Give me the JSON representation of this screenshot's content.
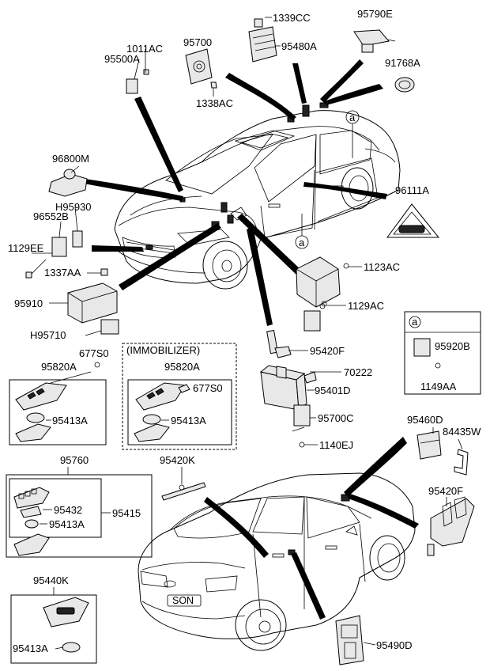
{
  "labels": {
    "p1339CC": "1339CC",
    "p95790E": "95790E",
    "p1011AC": "1011AC",
    "p95700": "95700",
    "p95500A": "95500A",
    "p95480A": "95480A",
    "p91768A": "91768A",
    "p1338AC": "1338AC",
    "pa1": "a",
    "p96800M": "96800M",
    "p96111A": "96111A",
    "pH95930": "H95930",
    "p96552B": "96552B",
    "pa2": "a",
    "p1129EE": "1129EE",
    "p1123AC": "1123AC",
    "p1337AA": "1337AA",
    "p95910": "95910",
    "p1129AC": "1129AC",
    "pH95710": "H95710",
    "p95420F_top": "95420F",
    "p677S0_left": "677S0",
    "immobilizer_title": "(IMMOBILIZER)",
    "p95820A_left": "95820A",
    "p95820A_right": "95820A",
    "p70222": "70222",
    "p677S0_right": "677S0",
    "p95401D": "95401D",
    "p95413A_1": "95413A",
    "p95413A_2": "95413A",
    "p95700C": "95700C",
    "p1140EJ": "1140EJ",
    "p95460D": "95460D",
    "p84435W": "84435W",
    "p95760": "95760",
    "p95420K": "95420K",
    "p95420F_bottom": "95420F",
    "p95432": "95432",
    "p95415": "95415",
    "p95413A_3": "95413A",
    "p95440K": "95440K",
    "p95490D": "95490D",
    "p95413A_4": "95413A",
    "inset_a": "a",
    "inset_95920B": "95920B",
    "inset_1149AA": "1149AA"
  }
}
